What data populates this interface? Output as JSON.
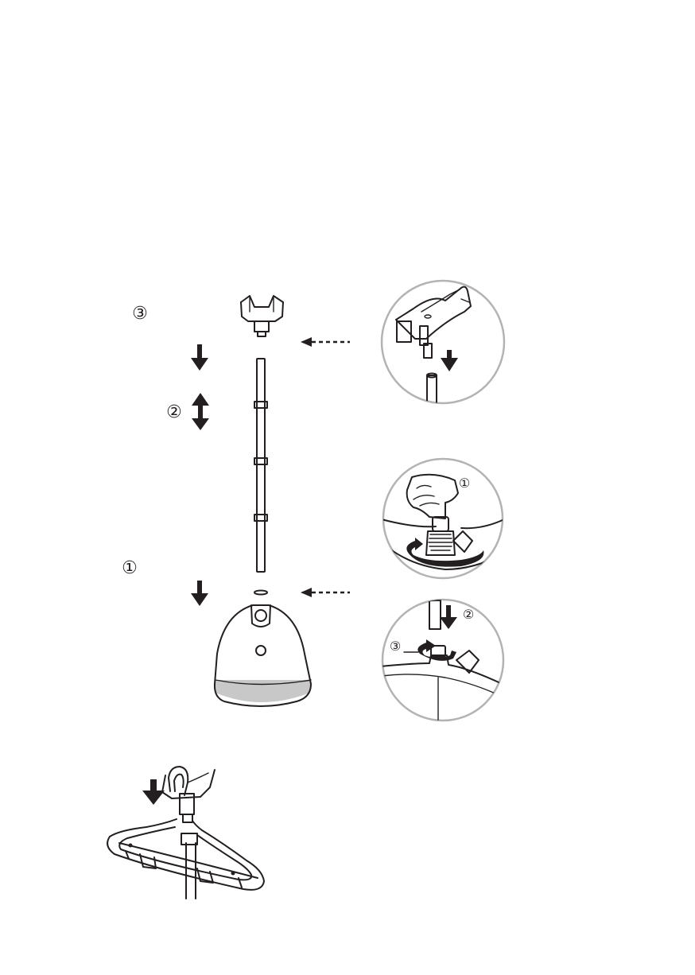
{
  "steps": {
    "step1": "①",
    "step2": "②",
    "step3": "③"
  },
  "detail_base": {
    "mark1": "①",
    "mark2": "②",
    "mark3": "③"
  },
  "colors": {
    "ink": "#231f20",
    "panel_ring": "#b3b3b3",
    "base_band": "#c8c8c8"
  }
}
